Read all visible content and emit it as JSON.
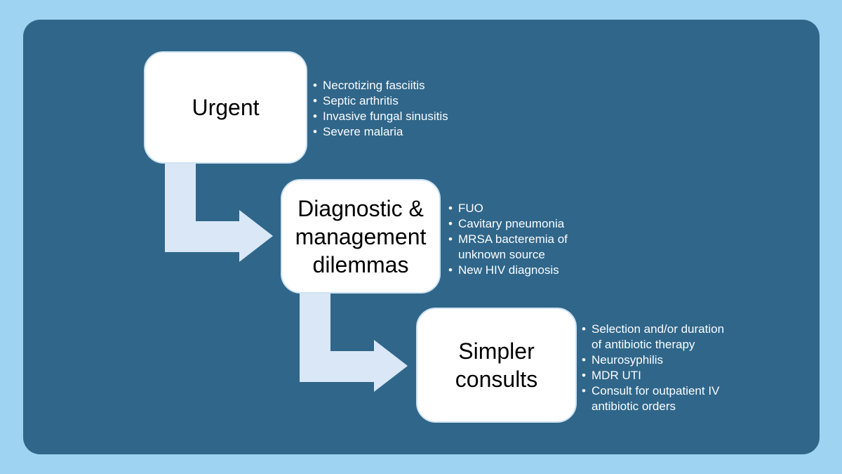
{
  "slide": {
    "colors": {
      "page_background": "#9ed4f2",
      "panel_background": "#306689",
      "box_fill": "#ffffff",
      "box_edge": "#cfe3f3",
      "arrow_fill": "#d9e7f7",
      "title_text": "#000000",
      "bullet_text": "#fbfdff"
    }
  },
  "steps": [
    {
      "title": "Urgent",
      "bullets": [
        "Necrotizing fasciitis",
        "Septic arthritis",
        "Invasive fungal sinusitis",
        "Severe malaria"
      ]
    },
    {
      "title": "Diagnostic & management dilemmas",
      "bullets": [
        "FUO",
        "Cavitary pneumonia",
        "MRSA bacteremia of unknown source",
        "New HIV diagnosis"
      ]
    },
    {
      "title": "Simpler consults",
      "bullets": [
        "Selection and/or duration of antibiotic therapy",
        "Neurosyphilis",
        "MDR UTI",
        "Consult for outpatient IV antibiotic orders"
      ]
    }
  ]
}
